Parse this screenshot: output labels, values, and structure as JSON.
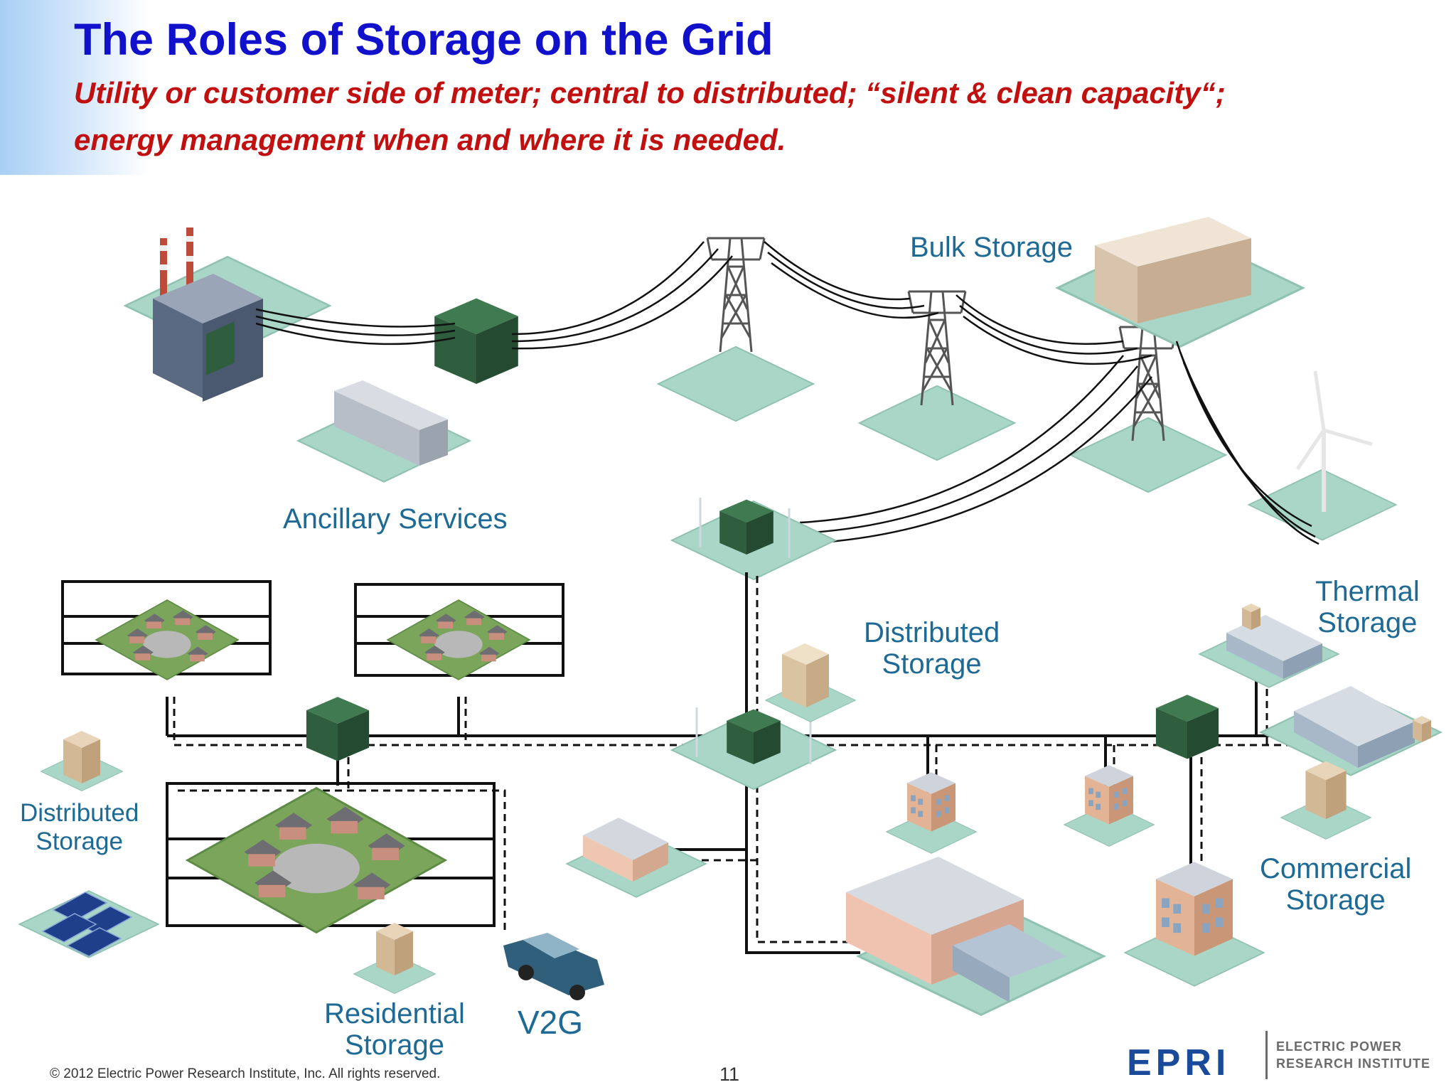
{
  "slide": {
    "title": "The Roles of Storage on the Grid",
    "subtitle_lines": [
      "Utility or customer side of meter; central to distributed; “silent & clean  capacity“;",
      "energy management when and where it is needed."
    ],
    "footer": "© 2012 Electric Power Research Institute, Inc. All rights reserved.",
    "page_number": "11"
  },
  "labels": {
    "bulk_storage": "Bulk Storage",
    "ancillary_services": "Ancillary Services",
    "distributed_storage_center": [
      "Distributed",
      "Storage"
    ],
    "thermal_storage": [
      "Thermal",
      "Storage"
    ],
    "distributed_storage_left": [
      "Distributed",
      "Storage"
    ],
    "commercial_storage": [
      "Commercial",
      "Storage"
    ],
    "residential_storage": [
      "Residential",
      "Storage"
    ],
    "v2g": "V2G"
  },
  "logo": {
    "mark": "EPRI",
    "text_lines": [
      "ELECTRIC POWER",
      "RESEARCH INSTITUTE"
    ]
  },
  "colors": {
    "title": "#1111cc",
    "subtitle": "#c01010",
    "label": "#1e6a95",
    "tile": "#a9d6c6",
    "transformer": "#2e5e3e",
    "logo": "#1a4a9a"
  }
}
